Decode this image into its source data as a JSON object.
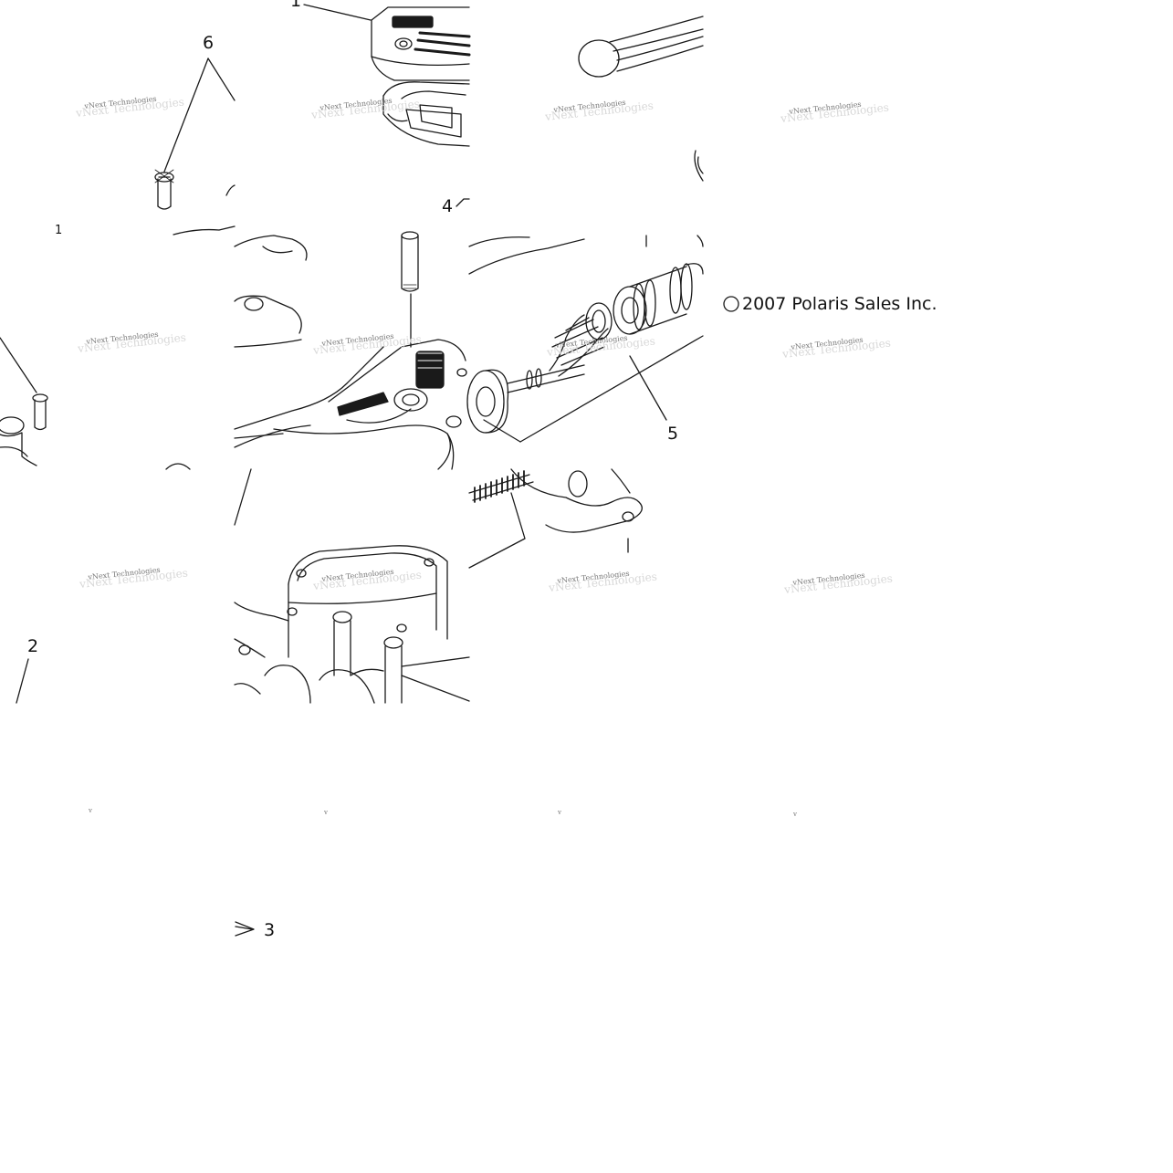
{
  "callouts": {
    "c1": "1",
    "c2": "2",
    "c3": "3",
    "c4": "4",
    "c5": "5",
    "c6": "6"
  },
  "copyright": {
    "symbol": "©",
    "text": "2007 Polaris Sales Inc."
  },
  "watermark": {
    "text": "vNext Technologies",
    "ghost": "vNext Technologies",
    "fragment": "v"
  },
  "colors": {
    "line": "#1a1a1a",
    "background": "#ffffff",
    "watermark": "#777777"
  }
}
